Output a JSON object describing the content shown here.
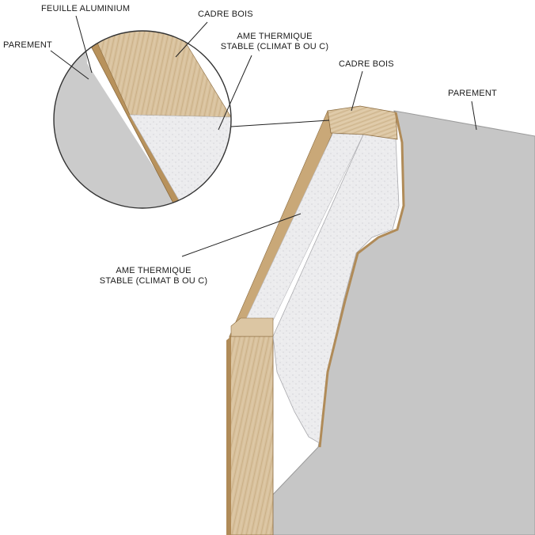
{
  "labels": {
    "feuille_aluminium": "FEUILLE ALUMINIUM",
    "parement_zoom": "PAREMENT",
    "cadre_bois_zoom": "CADRE BOIS",
    "ame_zoom_line1": "AME THERMIQUE",
    "ame_zoom_line2": "STABLE (CLIMAT B OU C)",
    "cadre_bois_main": "CADRE BOIS",
    "parement_main": "PAREMENT",
    "ame_main_line1": "AME THERMIQUE",
    "ame_main_line2": "STABLE (CLIMAT B OU C)"
  },
  "colors": {
    "wood": "#d8c09a",
    "wood_dark": "#b99a6e",
    "wood_edge": "#a9834f",
    "foam": "#ededee",
    "foam_shadow": "#dcdcde",
    "panel": "#c4c4c4",
    "panel_edge": "#8e8e8e",
    "outline": "#333333"
  }
}
